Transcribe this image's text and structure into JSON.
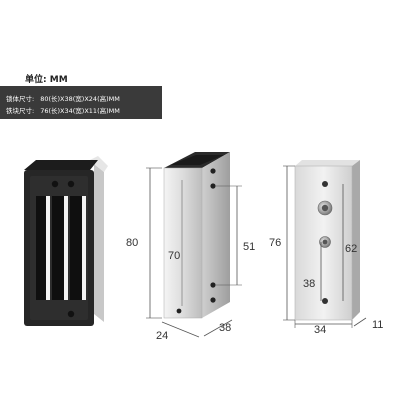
{
  "unit": {
    "label": "单位: MM"
  },
  "specs": [
    {
      "label": "锁体尺寸:",
      "value": "80(长)X38(宽)X24(高)MM"
    },
    {
      "label": "铁块尺寸:",
      "value": "76(长)X34(宽)X11(高)MM"
    }
  ],
  "dimensions": {
    "lock_height_outer": "80",
    "lock_height_inner": "70",
    "lock_hole_spacing": "51",
    "lock_depth": "24",
    "lock_width": "38",
    "plate_length": "76",
    "plate_hole_span": "62",
    "plate_hole_offset": "38",
    "plate_width": "34",
    "plate_thickness": "11"
  }
}
